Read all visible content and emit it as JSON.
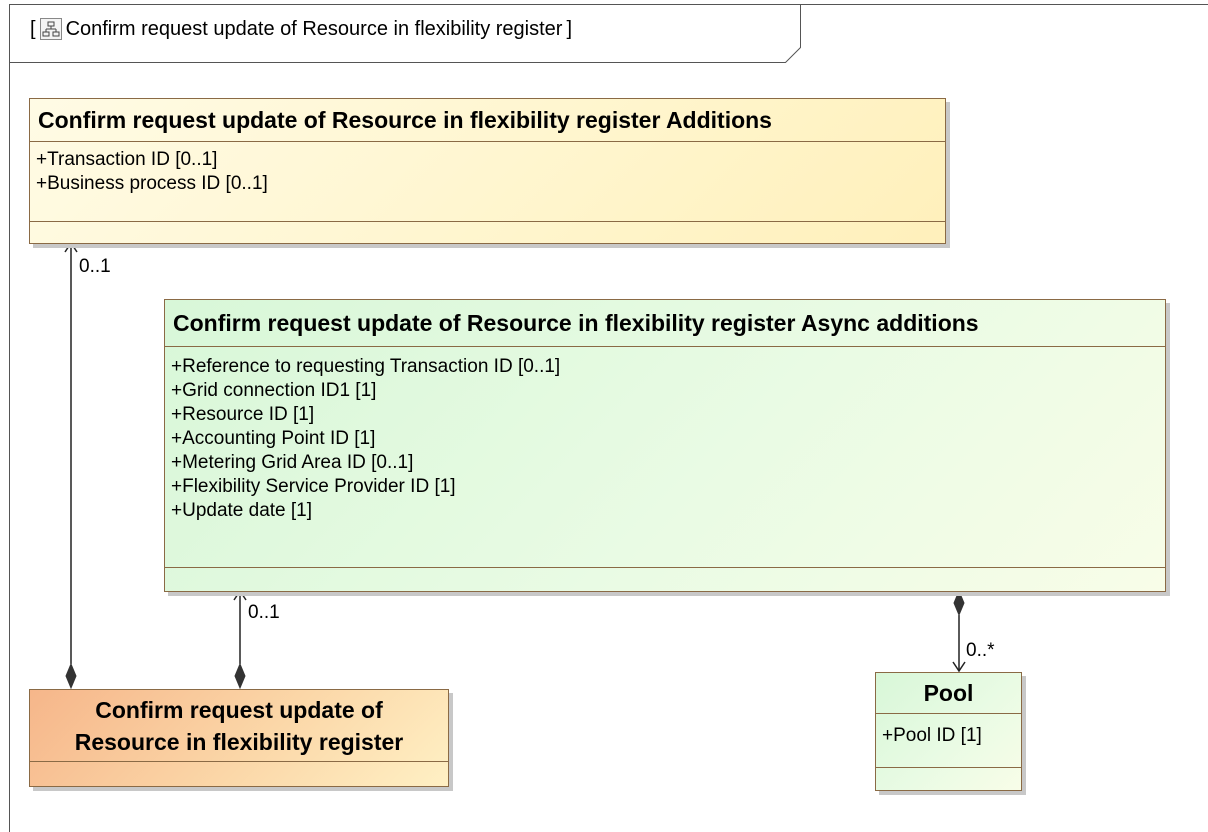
{
  "frame": {
    "title": "Confirm request update of Resource in flexibility register",
    "open_bracket": "[",
    "close_bracket": "]",
    "icon": "diagram-icon"
  },
  "classes": {
    "additions": {
      "name": "Confirm request update of Resource in flexibility register Additions",
      "attributes": [
        "+Transaction ID [0..1]",
        "+Business process ID [0..1]"
      ]
    },
    "async": {
      "name": "Confirm request update of Resource in flexibility register Async additions",
      "attributes": [
        "+Reference to requesting Transaction ID [0..1]",
        "+Grid connection ID1 [1]",
        "+Resource ID [1]",
        "+Accounting Point ID [1]",
        "+Metering Grid Area ID [0..1]",
        "+Flexibility Service Provider ID [1]",
        "+Update date [1]"
      ]
    },
    "main": {
      "name_line1": "Confirm request update of",
      "name_line2": "Resource in flexibility register"
    },
    "pool": {
      "name": "Pool",
      "attributes": [
        "+Pool ID [1]"
      ]
    }
  },
  "associations": [
    {
      "from": "Confirm request update of Resource in flexibility register",
      "to": "Confirm request update of Resource in flexibility register Additions",
      "multiplicity": "0..1",
      "kind": "composition"
    },
    {
      "from": "Confirm request update of Resource in flexibility register",
      "to": "Confirm request update of Resource in flexibility register Async additions",
      "multiplicity": "0..1",
      "kind": "composition"
    },
    {
      "from": "Confirm request update of Resource in flexibility register Async additions",
      "to": "Pool",
      "multiplicity": "0..*",
      "kind": "composition"
    }
  ]
}
